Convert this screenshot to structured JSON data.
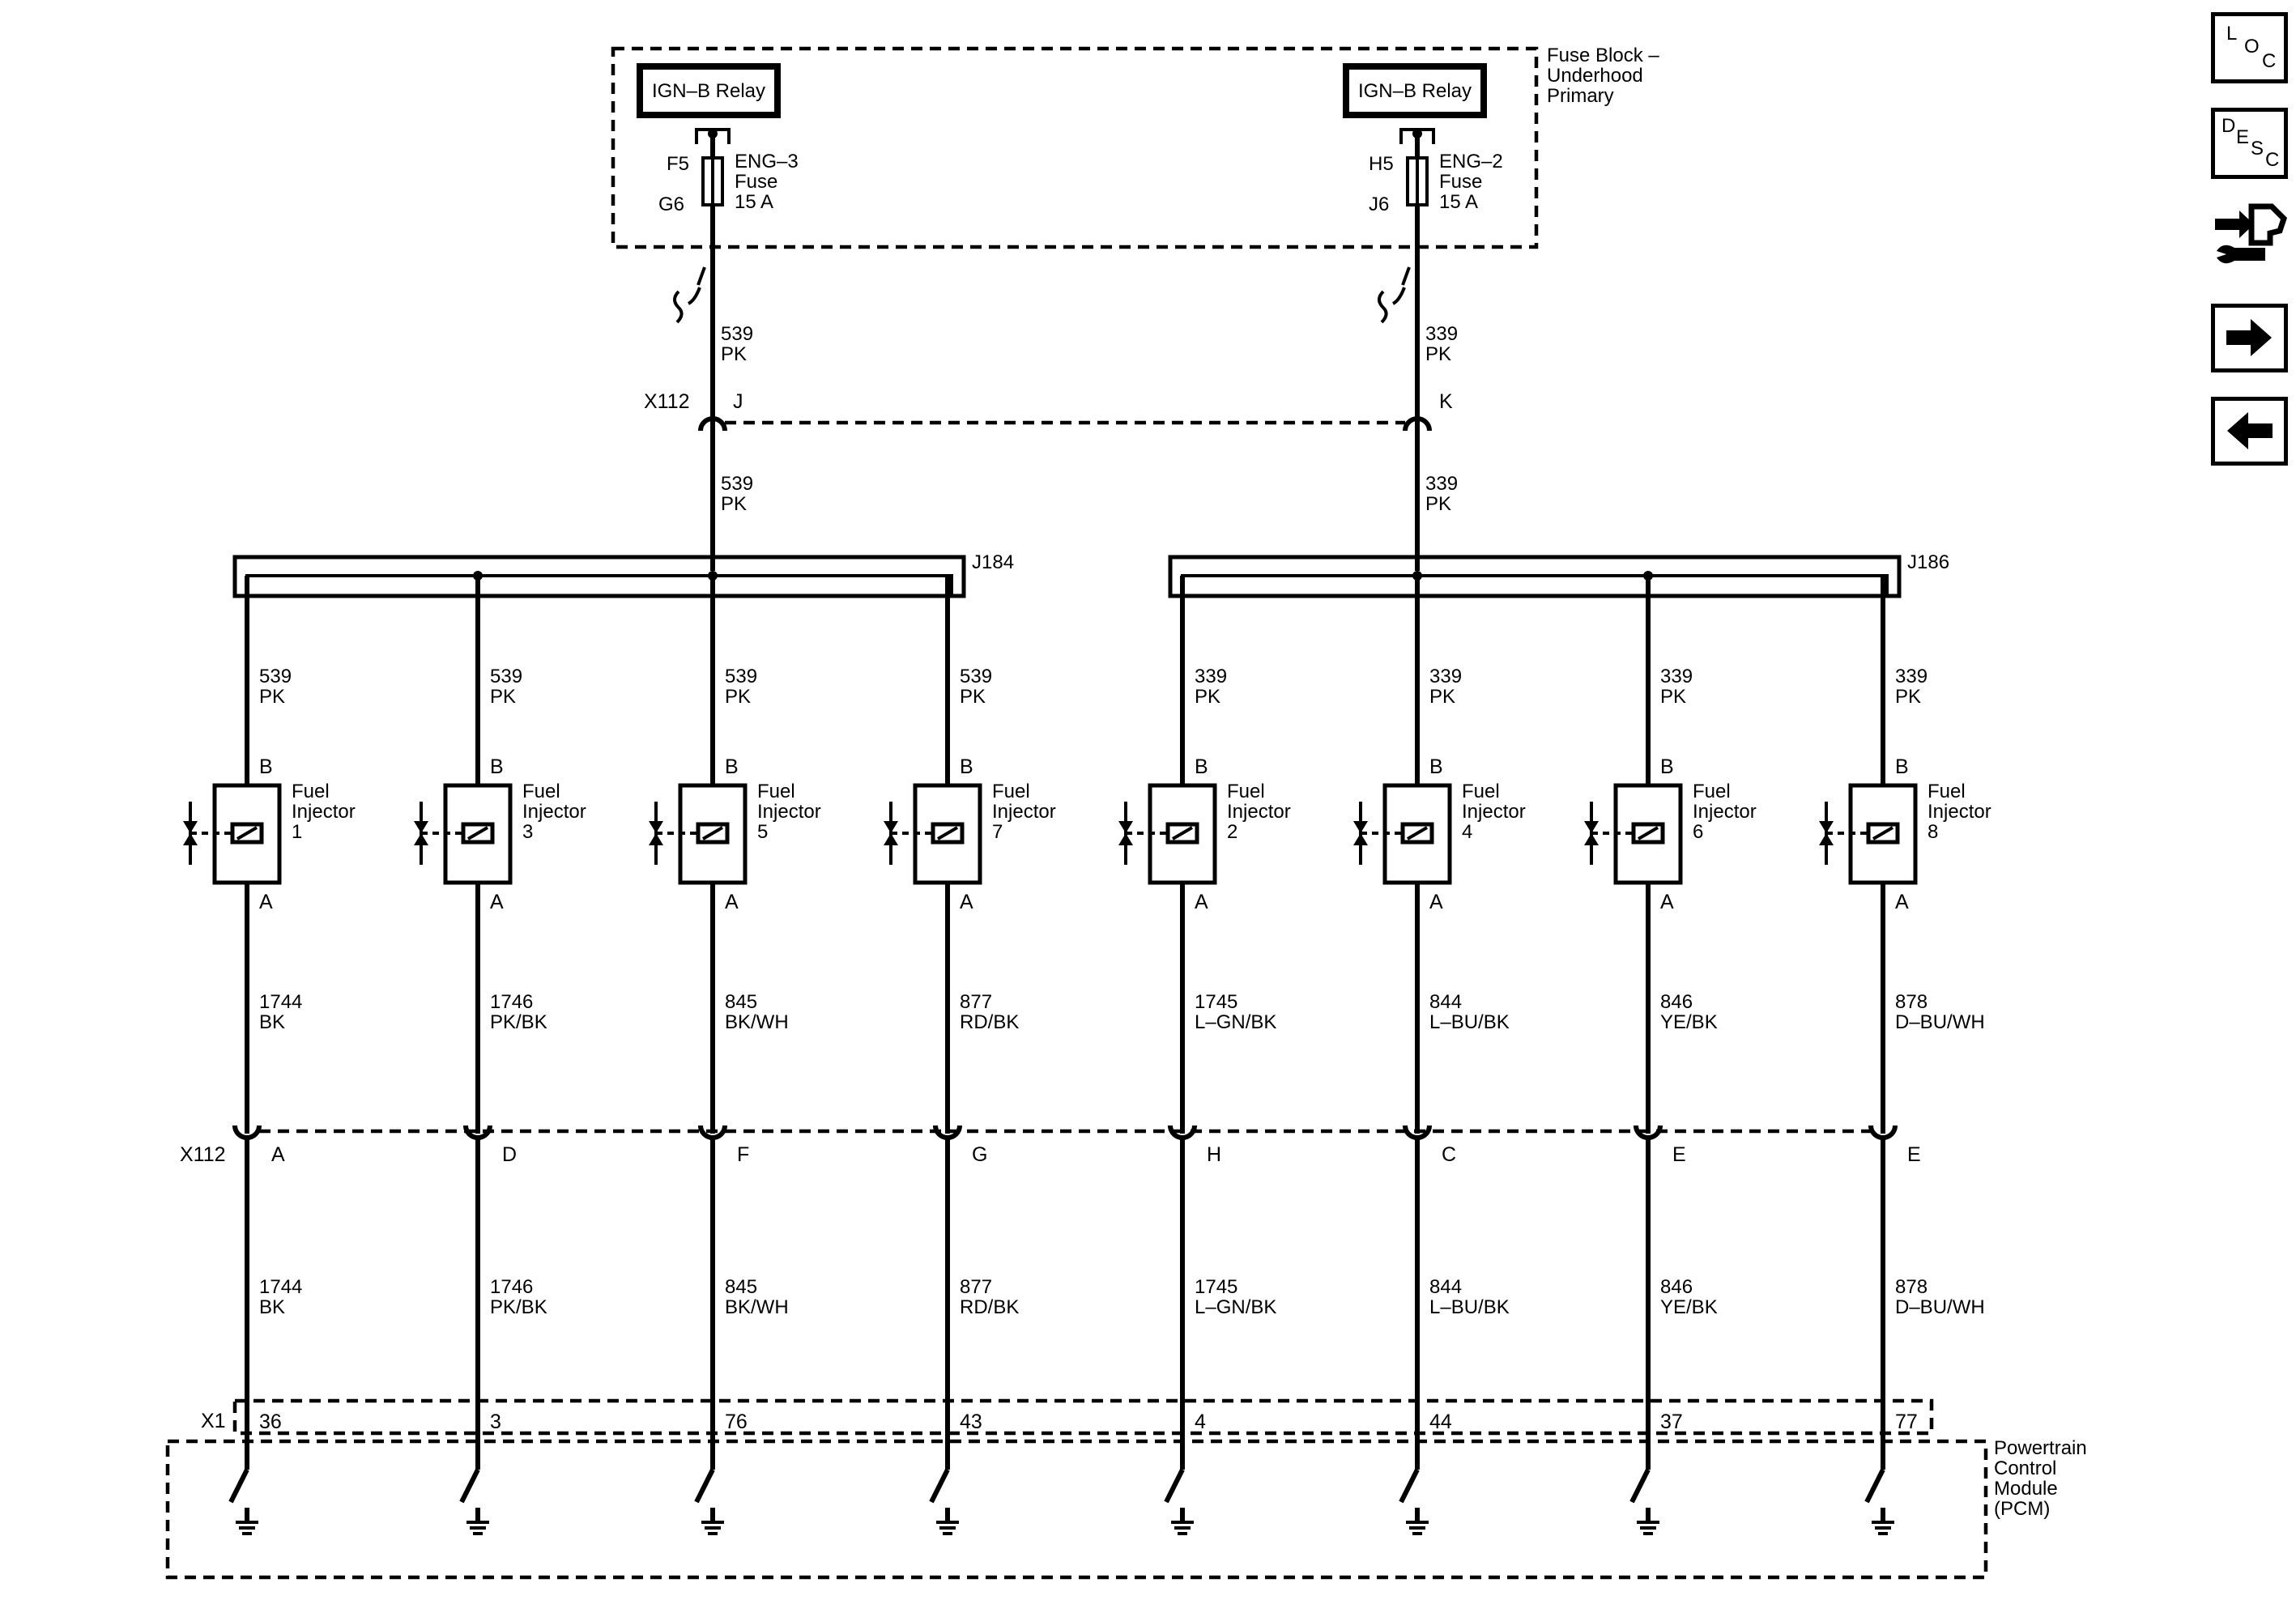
{
  "toolbar": {
    "loc": "LOC",
    "desc": "DESC"
  },
  "fuse_block": {
    "title_line1": "Fuse Block –",
    "title_line2": "Underhood",
    "title_line3": "Primary",
    "relay_left": "IGN–B Relay",
    "relay_right": "IGN–B Relay",
    "fuse_left": {
      "pin_top": "F5",
      "pin_bottom": "G6",
      "name": "ENG–3",
      "word": "Fuse",
      "rating": "15 A"
    },
    "fuse_right": {
      "pin_top": "H5",
      "pin_bottom": "J6",
      "name": "ENG–2",
      "word": "Fuse",
      "rating": "15 A"
    }
  },
  "feed_left": {
    "circuit": "539",
    "color": "PK"
  },
  "feed_right": {
    "circuit": "339",
    "color": "PK"
  },
  "x112_top": {
    "name": "X112",
    "pin_left": "J",
    "pin_right": "K"
  },
  "splices": {
    "left": "J184",
    "right": "J186"
  },
  "injectors": [
    {
      "label1": "Fuel",
      "label2": "Injector",
      "number": "1",
      "pin_b": "B",
      "pin_a": "A",
      "feed_circuit": "539",
      "feed_color": "PK",
      "ctrl_circuit": "1744",
      "ctrl_color": "BK",
      "x112_pin": "A",
      "pcm_pin": "36"
    },
    {
      "label1": "Fuel",
      "label2": "Injector",
      "number": "3",
      "pin_b": "B",
      "pin_a": "A",
      "feed_circuit": "539",
      "feed_color": "PK",
      "ctrl_circuit": "1746",
      "ctrl_color": "PK/BK",
      "x112_pin": "D",
      "pcm_pin": "3"
    },
    {
      "label1": "Fuel",
      "label2": "Injector",
      "number": "5",
      "pin_b": "B",
      "pin_a": "A",
      "feed_circuit": "539",
      "feed_color": "PK",
      "ctrl_circuit": "845",
      "ctrl_color": "BK/WH",
      "x112_pin": "F",
      "pcm_pin": "76"
    },
    {
      "label1": "Fuel",
      "label2": "Injector",
      "number": "7",
      "pin_b": "B",
      "pin_a": "A",
      "feed_circuit": "539",
      "feed_color": "PK",
      "ctrl_circuit": "877",
      "ctrl_color": "RD/BK",
      "x112_pin": "G",
      "pcm_pin": "43"
    },
    {
      "label1": "Fuel",
      "label2": "Injector",
      "number": "2",
      "pin_b": "B",
      "pin_a": "A",
      "feed_circuit": "339",
      "feed_color": "PK",
      "ctrl_circuit": "1745",
      "ctrl_color": "L–GN/BK",
      "x112_pin": "H",
      "pcm_pin": "4"
    },
    {
      "label1": "Fuel",
      "label2": "Injector",
      "number": "4",
      "pin_b": "B",
      "pin_a": "A",
      "feed_circuit": "339",
      "feed_color": "PK",
      "ctrl_circuit": "844",
      "ctrl_color": "L–BU/BK",
      "x112_pin": "C",
      "pcm_pin": "44"
    },
    {
      "label1": "Fuel",
      "label2": "Injector",
      "number": "6",
      "pin_b": "B",
      "pin_a": "A",
      "feed_circuit": "339",
      "feed_color": "PK",
      "ctrl_circuit": "846",
      "ctrl_color": "YE/BK",
      "x112_pin": "E",
      "pcm_pin": "37"
    },
    {
      "label1": "Fuel",
      "label2": "Injector",
      "number": "8",
      "pin_b": "B",
      "pin_a": "A",
      "feed_circuit": "339",
      "feed_color": "PK",
      "ctrl_circuit": "878",
      "ctrl_color": "D–BU/WH",
      "x112_pin": "E",
      "pcm_pin": "77"
    }
  ],
  "x112_bottom": {
    "name": "X112"
  },
  "pcm": {
    "connector": "X1",
    "line1": "Powertrain",
    "line2": "Control",
    "line3": "Module",
    "line4": "(PCM)"
  }
}
